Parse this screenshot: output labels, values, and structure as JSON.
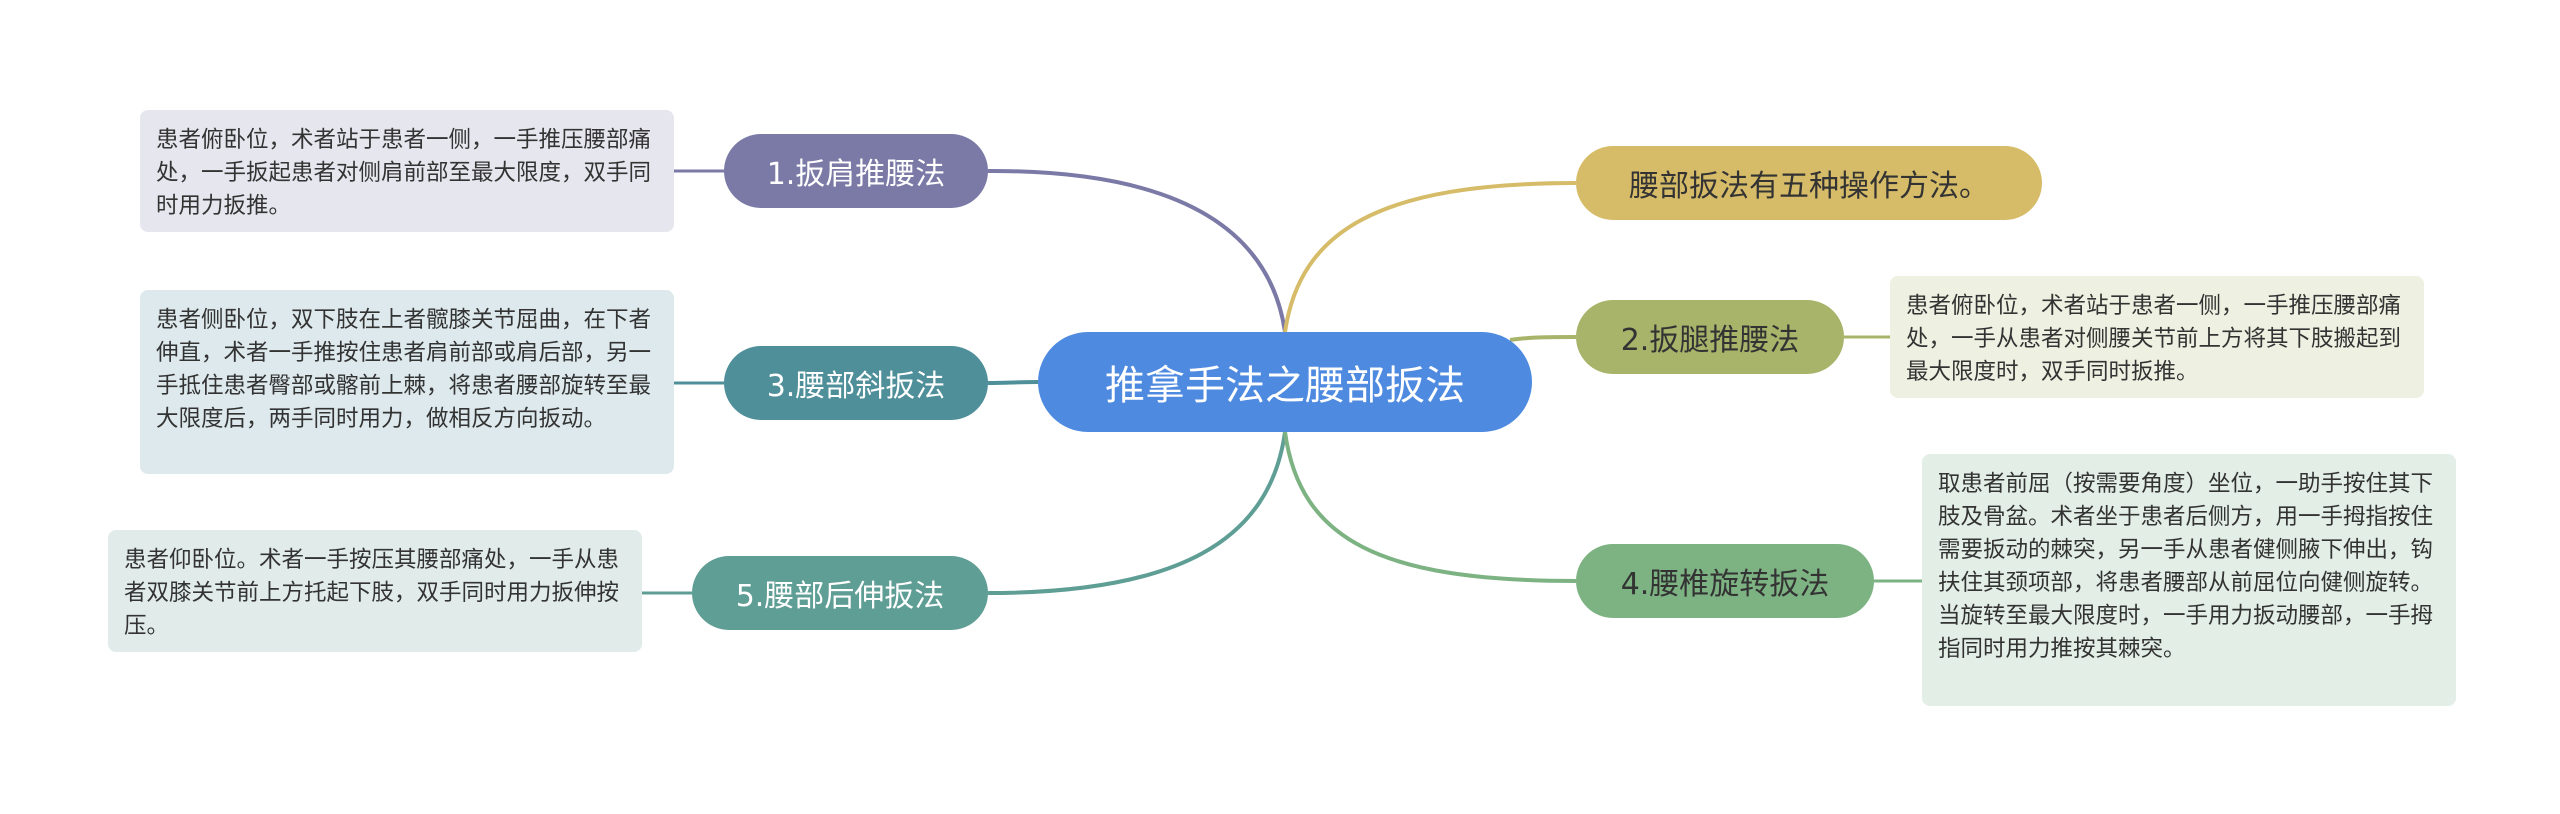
{
  "center": {
    "label": "推拿手法之腰部扳法",
    "color": "#4e8ae0"
  },
  "branches": [
    {
      "id": "b1",
      "label": "1.扳肩推腰法",
      "color": "#7b79a6",
      "note": "患者俯卧位，术者站于患者一侧，一手推压腰部痛处，一手扳起患者对侧肩前部至最大限度，双手同时用力扳推。"
    },
    {
      "id": "b3",
      "label": "3.腰部斜扳法",
      "color": "#4e8f9a",
      "note": "患者侧卧位，双下肢在上者髋膝关节屈曲，在下者伸直，术者一手推按住患者肩前部或肩后部，另一手抵住患者臀部或髂前上棘，将患者腰部旋转至最大限度后，两手同时用力，做相反方向扳动。"
    },
    {
      "id": "b5",
      "label": "5.腰部后伸扳法",
      "color": "#5f9e95",
      "note": "患者仰卧位。术者一手按压其腰部痛处，一手从患者双膝关节前上方托起下肢，双手同时用力扳伸按压。"
    },
    {
      "id": "b0",
      "label": "腰部扳法有五种操作方法。",
      "color": "#d6bc68"
    },
    {
      "id": "b2",
      "label": "2.扳腿推腰法",
      "color": "#a8b46a",
      "note": "患者俯卧位，术者站于患者一侧，一手推压腰部痛处，一手从患者对侧腰关节前上方将其下肢搬起到最大限度时，双手同时扳推。"
    },
    {
      "id": "b4",
      "label": "4.腰椎旋转扳法",
      "color": "#7db383",
      "note": "取患者前屈（按需要角度）坐位，一助手按住其下肢及骨盆。术者坐于患者后侧方，用一手拇指按住需要扳动的棘突，另一手从患者健侧腋下伸出，钩扶住其颈项部，将患者腰部从前屈位向健侧旋转。当旋转至最大限度时，一手用力扳动腰部，一手拇指同时用力推按其棘突。"
    }
  ]
}
